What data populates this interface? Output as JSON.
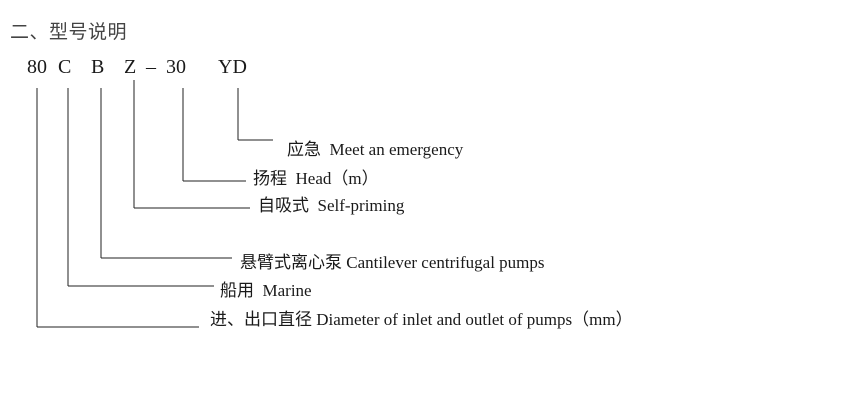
{
  "section_title": "二、型号说明",
  "model_code": {
    "size": "80",
    "c": "C",
    "b": "B",
    "z": "Z",
    "dash": "–",
    "head": "30",
    "yd": "YD"
  },
  "labels": {
    "yd": {
      "cn": "应急",
      "en": "Meet an emergency"
    },
    "head": {
      "cn": "扬程",
      "en": "Head（m）"
    },
    "z": {
      "cn": "自吸式",
      "en": "Self-priming"
    },
    "b": {
      "cn": "悬臂式离心泵",
      "en": "Cantilever centrifugal pumps"
    },
    "c": {
      "cn": "船用",
      "en": "Marine"
    },
    "size": {
      "cn": "进、出口直径",
      "en": "Diameter of inlet and outlet of pumps（mm）"
    }
  }
}
